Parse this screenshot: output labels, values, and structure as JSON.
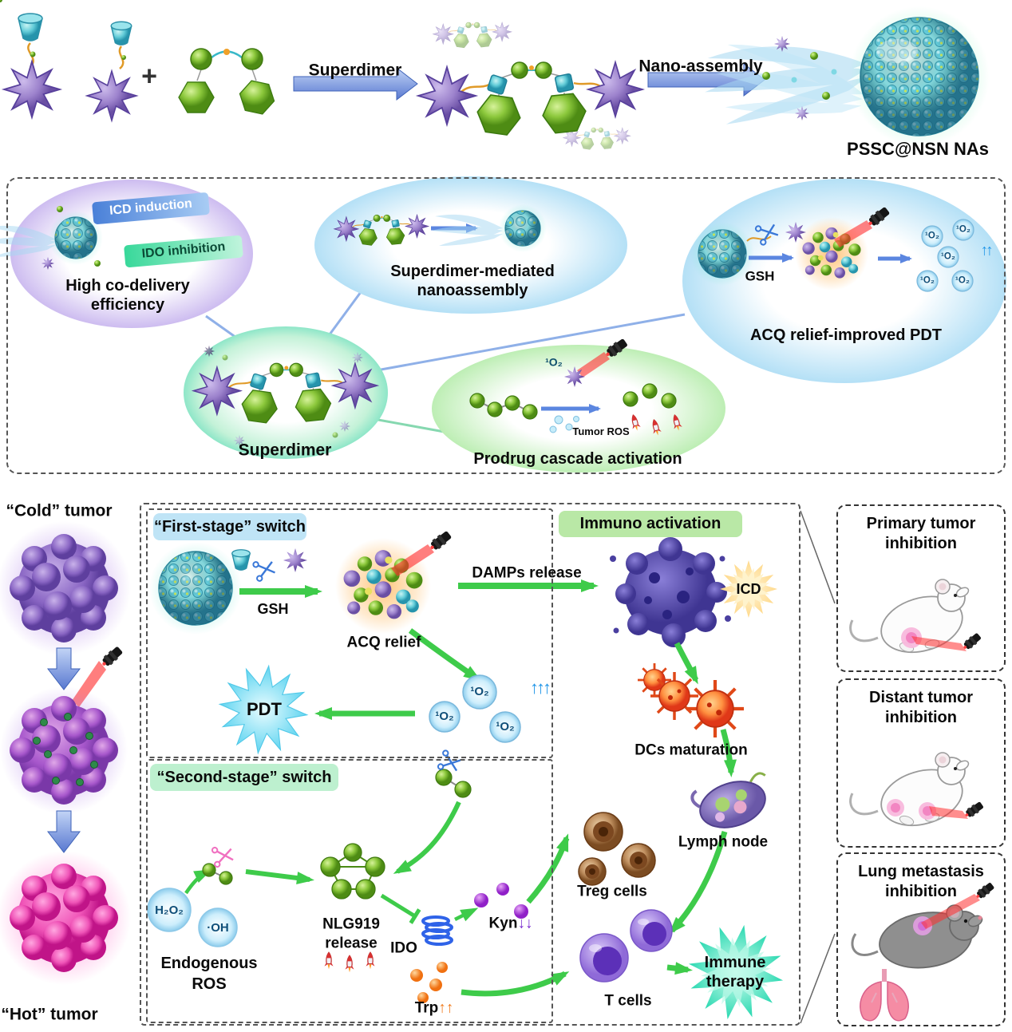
{
  "top": {
    "plus": "+",
    "step1": "Superdimer",
    "step2": "Nano-assembly",
    "product": "PSSC@NSN NAs"
  },
  "features": {
    "icd_banner": "ICD induction",
    "ido_banner": "IDO inhibition",
    "codelivery_line1": "High co-delivery",
    "codelivery_line2": "efficiency",
    "assembly_line1": "Superdimer-mediated",
    "assembly_line2": "nanoassembly",
    "gsh": "GSH",
    "acq_pdt": "ACQ relief-improved PDT",
    "superdimer": "Superdimer",
    "prodrug": "Prodrug cascade activation",
    "singlet_o2": "¹O₂",
    "double_up": "↑↑",
    "tumor_ros": "Tumor ROS"
  },
  "tumors": {
    "cold": "“Cold” tumor",
    "hot": "“Hot” tumor"
  },
  "stage1": {
    "title": "“First-stage” switch",
    "gsh": "GSH",
    "acq_relief": "ACQ relief",
    "damps": "DAMPs release",
    "icd": "ICD",
    "pdt": "PDT",
    "singlet_o2": "¹O₂",
    "triple_up": "↑↑↑"
  },
  "stage2": {
    "title": "“Second-stage” switch",
    "h2o2": "H₂O₂",
    "oh": "·OH",
    "ros_line1": "Endogenous",
    "ros_line2": "ROS",
    "nlg_line1": "NLG919",
    "nlg_line2": "release",
    "ido": "IDO",
    "kyn": "Kyn",
    "kyn_arrows": "↓↓",
    "trp": "Trp",
    "trp_arrows": "↑↑"
  },
  "immuno": {
    "title": "Immuno activation",
    "dcs": "DCs maturation",
    "lymph": "Lymph node",
    "treg": "Treg cells",
    "tcells": "T cells",
    "therapy_line1": "Immune",
    "therapy_line2": "therapy"
  },
  "outcomes": [
    {
      "line1": "Primary tumor",
      "line2": "inhibition"
    },
    {
      "line1": "Distant tumor",
      "line2": "inhibition"
    },
    {
      "line1": "Lung metastasis",
      "line2": "inhibition"
    }
  ]
}
